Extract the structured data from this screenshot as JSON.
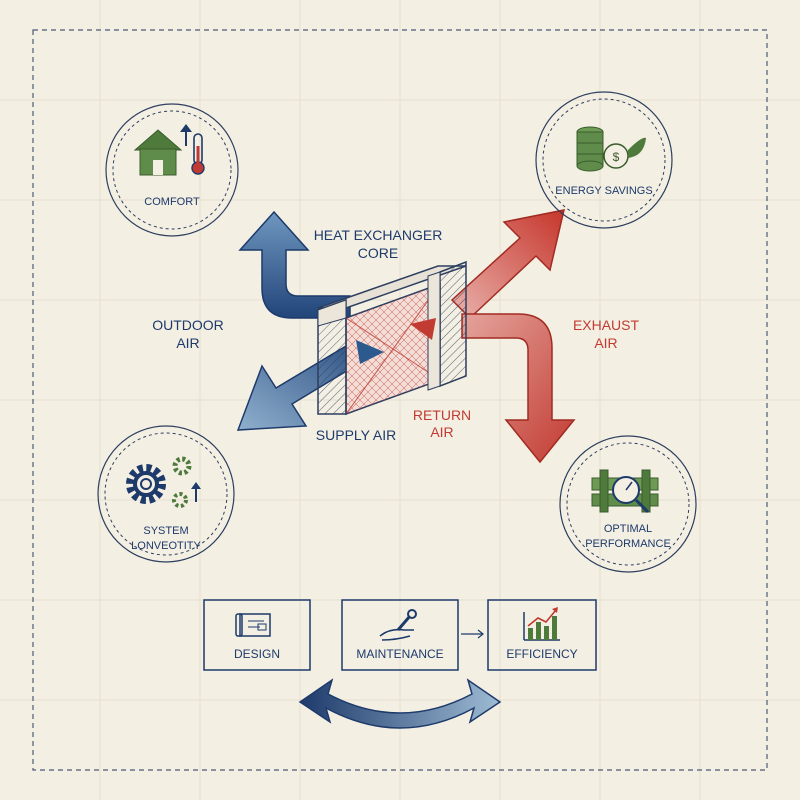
{
  "core": {
    "title_line1": "HEAT EXCHANGER",
    "title_line2": "CORE"
  },
  "flows": {
    "outdoor_line1": "OUTDOOR",
    "outdoor_line2": "AIR",
    "exhaust_line1": "EXHAUST",
    "exhaust_line2": "AIR",
    "supply": "SUPPLY AIR",
    "return_line1": "RETURN",
    "return_line2": "AIR"
  },
  "benefits": {
    "comfort": "COMFORT",
    "energy": "ENERGY SAVINGS",
    "system_line1": "SYSTEM",
    "system_line2": "LONVEOTITY",
    "optimal_line1": "OPTIMAL",
    "optimal_line2": "PERFORMANCE"
  },
  "process": {
    "design": "DESIGN",
    "maintenance": "MAINTENANCE",
    "efficiency": "EFFICIENCY"
  },
  "icons": {
    "comfort": "house-thermometer-icon",
    "energy": "coins-leaf-icon",
    "system": "gears-icon",
    "optimal": "pipes-gauge-icon",
    "design": "blueprint-icon",
    "maintenance": "wrench-hand-icon",
    "efficiency": "bar-chart-icon"
  },
  "colors": {
    "background": "#f4efe3",
    "navy": "#1d3a6b",
    "blue": "#2d5a8e",
    "light_blue": "#8fb0cd",
    "red": "#c23b32",
    "light_red": "#e7a9a2",
    "green": "#4e7a3c"
  }
}
